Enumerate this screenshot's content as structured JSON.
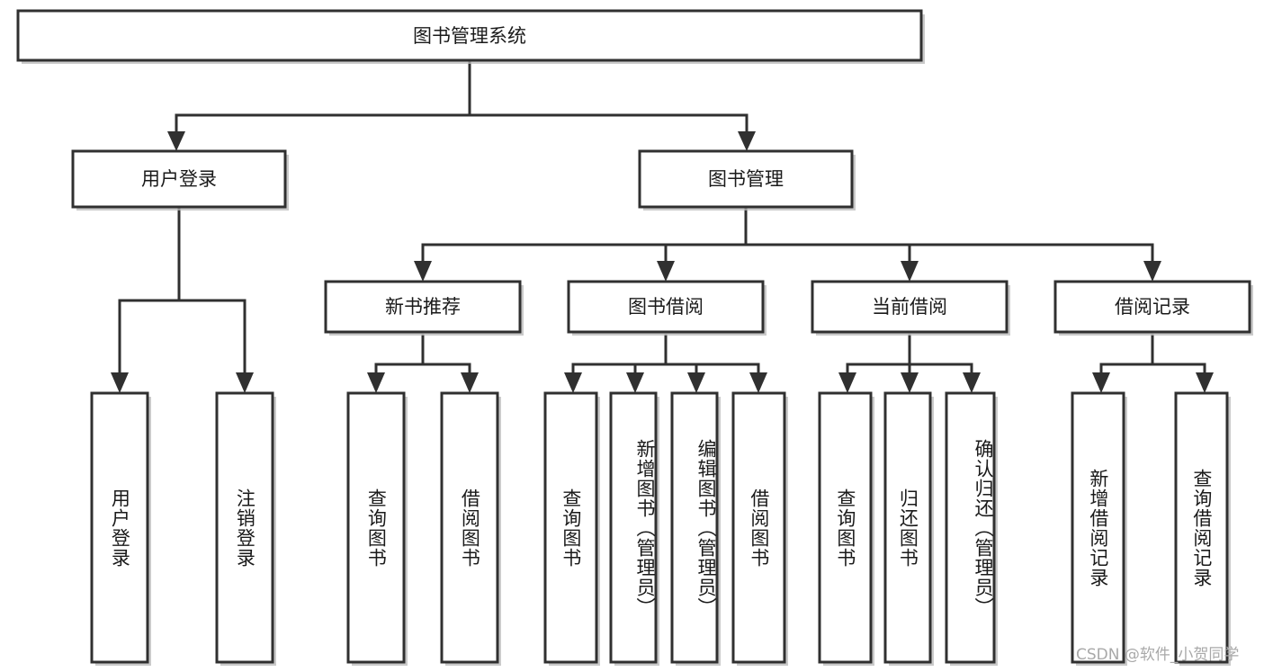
{
  "diagram": {
    "type": "tree-hierarchy-chart",
    "root": {
      "id": "system",
      "label": "图书管理系统",
      "orientation": "horizontal"
    },
    "level2": [
      {
        "id": "user-login",
        "label": "用户登录",
        "orientation": "horizontal"
      },
      {
        "id": "book-management",
        "label": "图书管理",
        "orientation": "horizontal"
      }
    ],
    "level3": [
      {
        "id": "new-book-recommend",
        "label": "新书推荐",
        "orientation": "horizontal"
      },
      {
        "id": "book-borrow",
        "label": "图书借阅",
        "orientation": "horizontal"
      },
      {
        "id": "current-borrow",
        "label": "当前借阅",
        "orientation": "horizontal"
      },
      {
        "id": "borrow-record",
        "label": "借阅记录",
        "orientation": "horizontal"
      }
    ],
    "leaves": [
      {
        "id": "leaf-user-login",
        "label": "用户登录",
        "parent": "user-login",
        "orientation": "vertical"
      },
      {
        "id": "leaf-logout-login",
        "label": "注销登录",
        "parent": "user-login",
        "orientation": "vertical"
      },
      {
        "id": "leaf-query-book-1",
        "label": "查询图书",
        "parent": "new-book-recommend",
        "orientation": "vertical"
      },
      {
        "id": "leaf-borrow-book-1",
        "label": "借阅图书",
        "parent": "new-book-recommend",
        "orientation": "vertical"
      },
      {
        "id": "leaf-query-book-2",
        "label": "查询图书",
        "parent": "book-borrow",
        "orientation": "vertical"
      },
      {
        "id": "leaf-add-book",
        "label": "新增图书（管理员）",
        "parent": "book-borrow",
        "orientation": "vertical"
      },
      {
        "id": "leaf-edit-book",
        "label": "编辑图书（管理员）",
        "parent": "book-borrow",
        "orientation": "vertical"
      },
      {
        "id": "leaf-borrow-book-2",
        "label": "借阅图书",
        "parent": "book-borrow",
        "orientation": "vertical"
      },
      {
        "id": "leaf-query-book-3",
        "label": "查询图书",
        "parent": "current-borrow",
        "orientation": "vertical"
      },
      {
        "id": "leaf-return-book",
        "label": "归还图书",
        "parent": "current-borrow",
        "orientation": "vertical"
      },
      {
        "id": "leaf-confirm-return",
        "label": "确认归还（管理员）",
        "parent": "current-borrow",
        "orientation": "vertical"
      },
      {
        "id": "leaf-add-record",
        "label": "新增借阅记录",
        "parent": "borrow-record",
        "orientation": "vertical"
      },
      {
        "id": "leaf-query-record",
        "label": "查询借阅记录",
        "parent": "borrow-record",
        "orientation": "vertical"
      }
    ]
  },
  "colors": {
    "stroke": "#303030",
    "box_fill": "#ffffff",
    "text": "#1a1a1a",
    "background": "#ffffff",
    "watermark": "#a9a9a9"
  },
  "watermark": {
    "text": "CSDN @软件_小贺同学"
  }
}
